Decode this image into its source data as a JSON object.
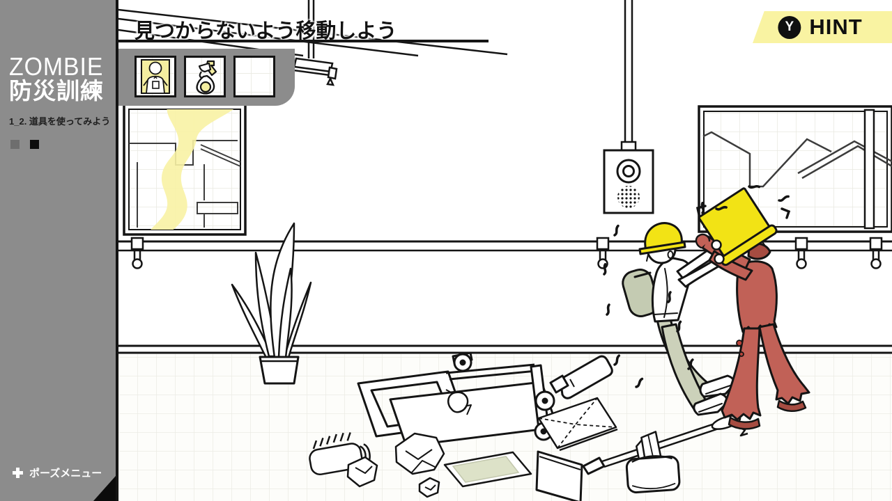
{
  "sidebar": {
    "logo_line1": "ZOMBIE",
    "logo_line2": "防災訓練",
    "stage_label": "1_2. 道具を使ってみよう",
    "progress_dots": [
      "inactive",
      "active"
    ],
    "pause_label": "ポーズメニュー"
  },
  "hud": {
    "objective_title": "見つからないよう移動しよう",
    "hint": {
      "button_key": "Y",
      "label": "HINT"
    },
    "inventory_slots": [
      {
        "id": "slot-1",
        "item": "disinfection-card",
        "filled": true
      },
      {
        "id": "slot-2",
        "item": "spray-bottle",
        "filled": true
      },
      {
        "id": "slot-3",
        "item": "",
        "filled": false
      }
    ]
  },
  "colors": {
    "sidebar_bg": "#8c8c8c",
    "accent_yellow": "#f2e315",
    "pale_yellow": "#f8f2a4",
    "zombie_red": "#c16157",
    "pants_sage": "#ccd1ba",
    "paper_green": "#dde2c8",
    "ink": "#161616"
  },
  "scene": {
    "style": "hand-drawn sketch room",
    "objects": [
      "ceiling-lines",
      "ceiling-light",
      "ceiling-speaker",
      "left-window",
      "yellow-smoke",
      "right-window",
      "handrail",
      "wall-hooks",
      "baseboard",
      "floor-grid",
      "potted-plant",
      "fallen-cart",
      "scrub-brush",
      "crumpled-papers",
      "green-paper-sheet",
      "bottle",
      "envelope",
      "mop",
      "tissue-box",
      "player-character",
      "bucket-head-zombie"
    ]
  }
}
